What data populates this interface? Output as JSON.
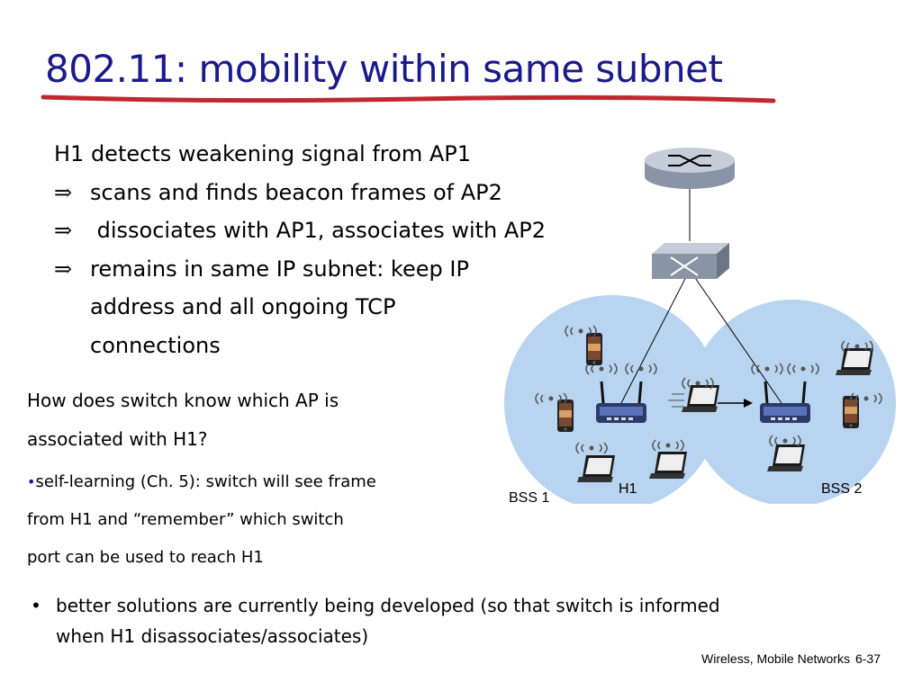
{
  "slide": {
    "title": "802.11: mobility within same subnet",
    "bullets": [
      {
        "arrow": "",
        "text": "H1  detects weakening signal from AP1"
      },
      {
        "arrow": "⇒",
        "text": "scans and finds beacon frames of AP2"
      },
      {
        "arrow": "⇒",
        "text": " dissociates with AP1, associates with AP2"
      },
      {
        "arrow": "⇒",
        "text": "remains in same IP subnet: keep IP"
      }
    ],
    "continuation": [
      "address and all ongoing TCP",
      "connections"
    ],
    "question": [
      "How does switch know which AP is",
      "associated with H1?"
    ],
    "sub_bullet_marker": "•",
    "sub_bullet": [
      "self-learning (Ch. 5): switch will see frame",
      "from H1 and “remember” which switch",
      "port can be used to reach H1"
    ],
    "bottom_bullet_marker": "•",
    "bottom_bullet": [
      "better solutions are currently being developed (so that switch is informed",
      "when H1 disassociates/associates)"
    ],
    "footer": {
      "section": "Wireless, Mobile Networks",
      "page": "6-37"
    }
  },
  "diagram": {
    "labels": {
      "bss1": "BSS 1",
      "bss2": "BSS 2",
      "h1": "H1"
    }
  },
  "colors": {
    "title": "#1a1a8c",
    "underline": "#c0282f",
    "bss_fill": "#b8d4f0",
    "router": "#9aa6b5"
  }
}
